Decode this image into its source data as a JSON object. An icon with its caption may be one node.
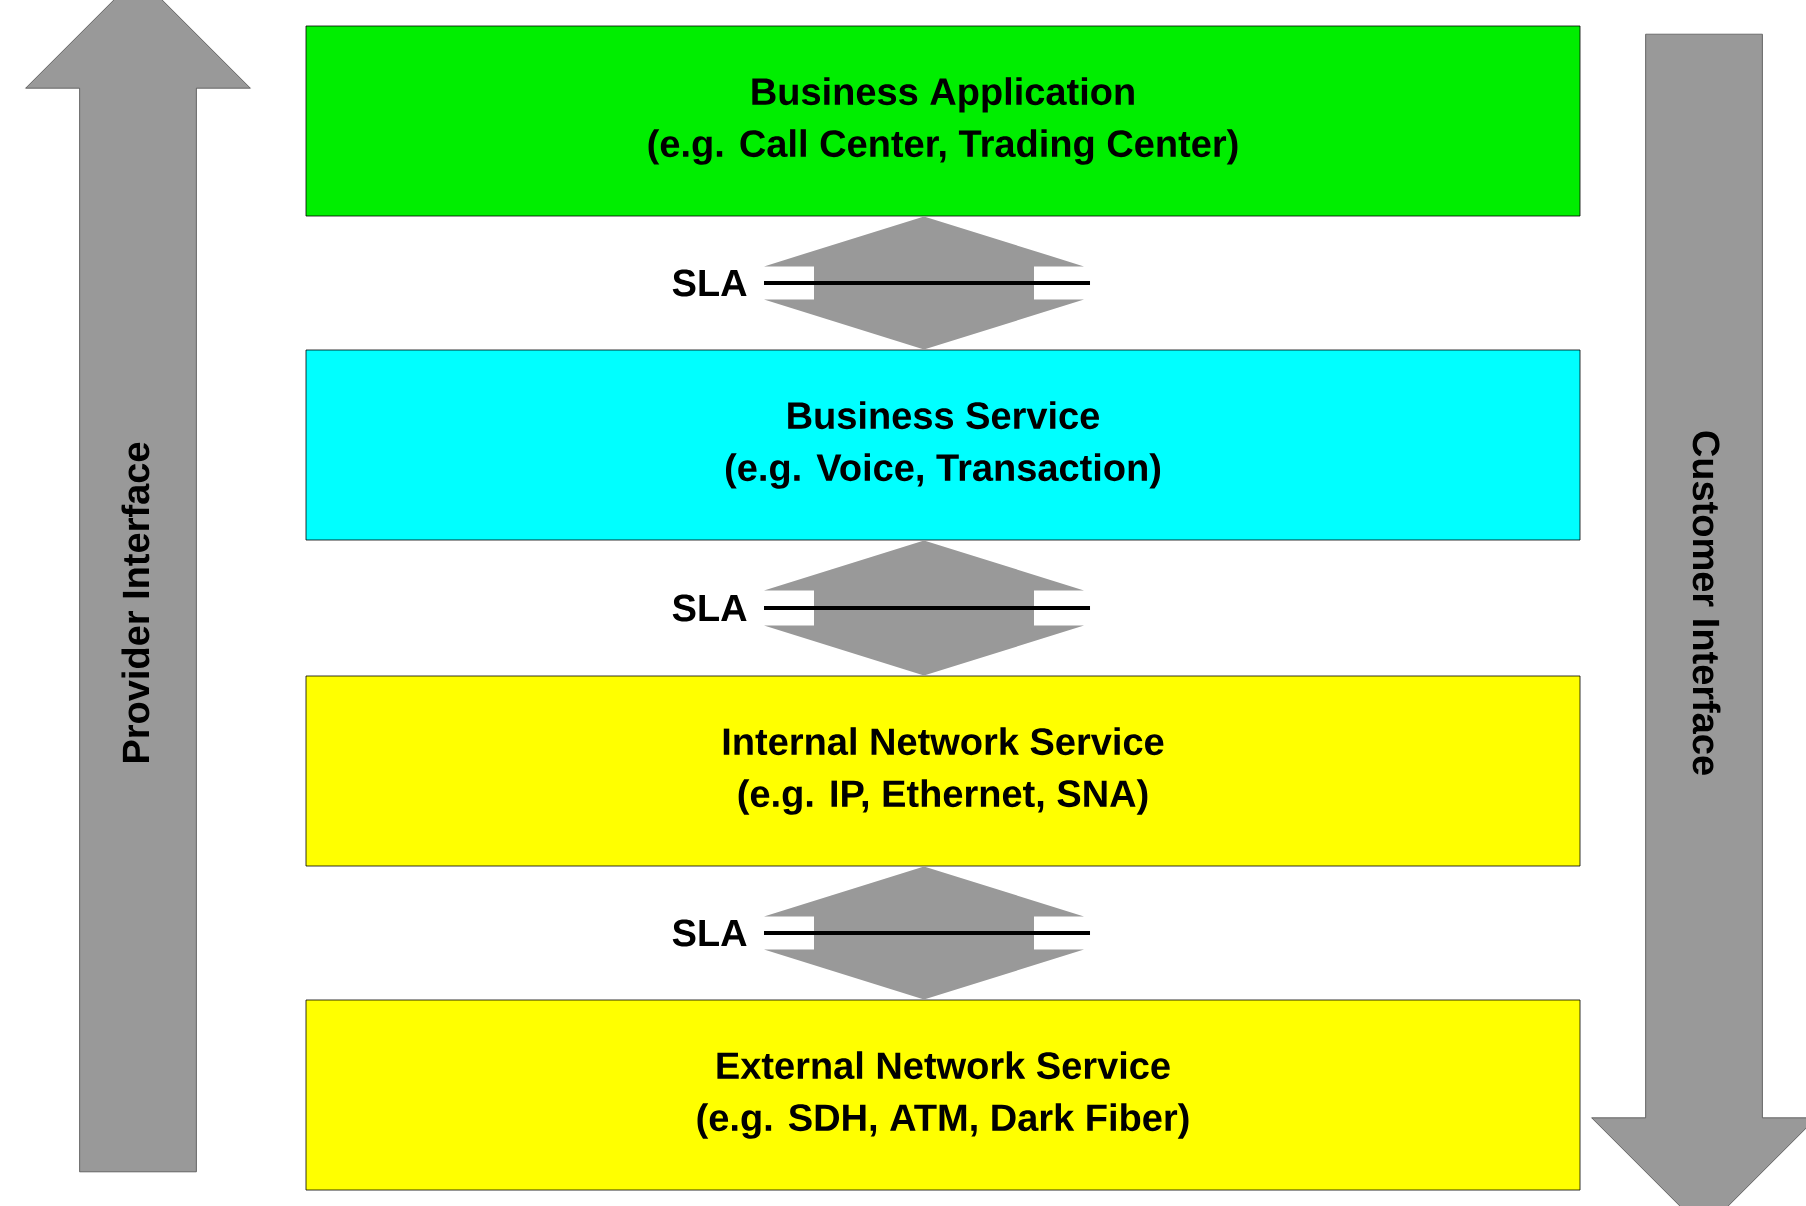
{
  "diagram": {
    "nodes": [
      {
        "text": [
          "Business Application",
          "(e.g. Call Center, Trading Center)"
        ]
      },
      {
        "text": [
          "Business Service",
          "(e.g. Voice, Transaction)"
        ]
      },
      {
        "text": [
          "Internal Network Service",
          "(e.g. IP, Ethernet, SNA)"
        ]
      },
      {
        "text": [
          "External Network Service",
          "(e.g. SDH, ATM, Dark Fiber)"
        ]
      },
      {
        "text": [
          "Provider Interface"
        ]
      },
      {
        "text": [
          "Customer Interface"
        ]
      }
    ],
    "edges": [
      {
        "from": 0,
        "to": 1,
        "arrow": "both",
        "label": "SLA"
      },
      {
        "from": 1,
        "to": 2,
        "arrow": "both",
        "label": "SLA"
      },
      {
        "from": 2,
        "to": 3,
        "arrow": "both",
        "label": "SLA"
      }
    ]
  }
}
